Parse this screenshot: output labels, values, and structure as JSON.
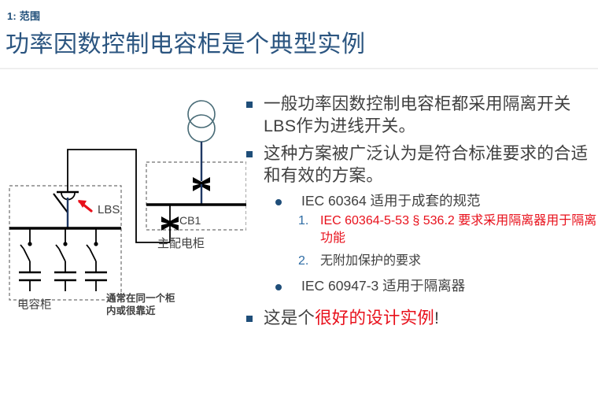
{
  "header": {
    "kicker": "1: 范围",
    "title": "功率因数控制电容柜是个典型实例"
  },
  "content": {
    "bullet1": "一般功率因数控制电容柜都采用隔离开关LBS作为进线开关。",
    "bullet2": "这种方案被广泛认为是符合标准要求的合适和有效的方案。",
    "sub1": "IEC 60364 适用于成套的规范",
    "num1_marker": "1.",
    "num1_red": "IEC 60364-5-53 § 536.2 要求采用隔离器",
    "num1_rest": "用于隔离功能",
    "num2_marker": "2.",
    "num2": "无附加保护的要求",
    "sub2": "IEC 60947-3 适用于隔离器",
    "bullet3_prefix": "这是个",
    "bullet3_red": "很好的设计实例",
    "bullet3_suffix": "!"
  },
  "diagram": {
    "label_lbs": "LBS",
    "label_cb1": "CB1",
    "label_cap_cabinet": "电容柜",
    "label_main_cabinet": "主配电柜",
    "label_note": "通常在同一个柜\n内或很靠近"
  },
  "colors": {
    "title_blue": "#2b5580",
    "kicker_blue": "#1f4e79",
    "accent_red": "#e8101b",
    "bullet_blue": "#1f4e79",
    "number_blue": "#2e6ca4",
    "body_gray": "#404040",
    "wire_navy": "#1f3864",
    "transformer_teal": "#486b76"
  }
}
